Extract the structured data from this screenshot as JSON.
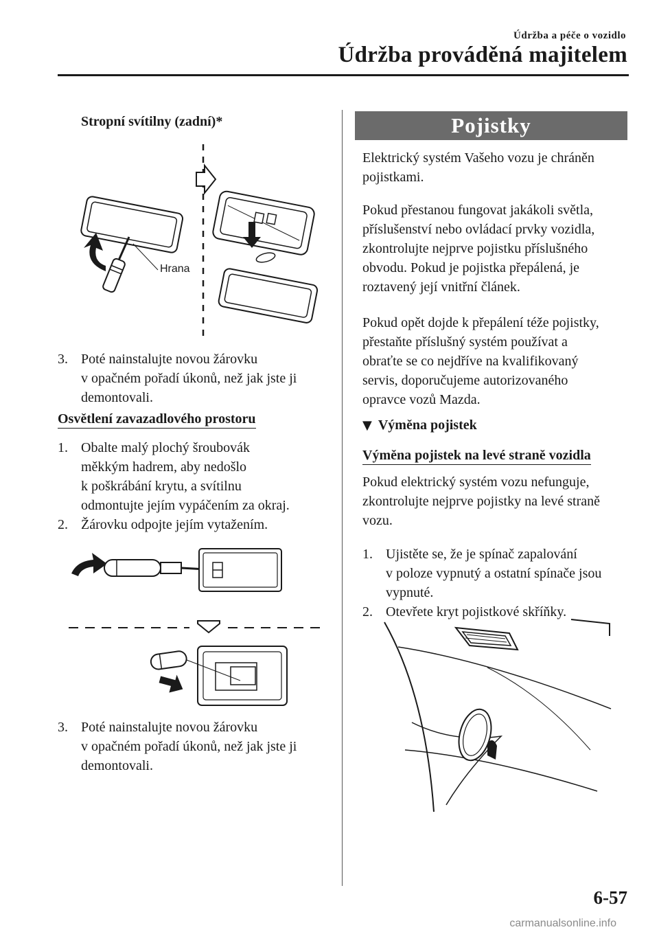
{
  "header": {
    "chapter": "Údržba a péče o vozidlo",
    "title": "Údržba prováděná majitelem"
  },
  "left": {
    "subheading": "Stropní svítilny (zadní)*",
    "fig1_label": "Hrana",
    "step3a_num": "3.",
    "step3a_text": [
      "Poté nainstalujte novou žárovku",
      "v opačném pořadí úkonů, než jak jste ji",
      "demontovali."
    ],
    "section2_title": "Osvětlení zavazadlového prostoru",
    "step1_num": "1.",
    "step1_text": [
      "Obalte malý plochý šroubovák",
      "měkkým hadrem, aby nedošlo",
      "k poškrábání krytu, a svítilnu",
      "odmontujte jejím vypáčením za okraj."
    ],
    "step2_num": "2.",
    "step2_text": "Žárovku odpojte jejím vytažením.",
    "step3b_num": "3.",
    "step3b_text": [
      "Poté nainstalujte novou žárovku",
      "v opačném pořadí úkonů, než jak jste ji",
      "demontovali."
    ]
  },
  "right": {
    "section_title": "Pojistky",
    "para1": [
      "Elektrický systém Vašeho vozu je chráněn",
      "pojistkami."
    ],
    "para2": [
      "Pokud přestanou fungovat jakákoli světla,",
      "příslušenství nebo ovládací prvky vozidla,",
      "zkontrolujte nejprve pojistku příslušného",
      "obvodu. Pokud je pojistka přepálená, je",
      "roztavený její vnitřní článek."
    ],
    "para3": [
      "Pokud opět dojde k přepálení téže pojistky,",
      "přestaňte příslušný systém používat a",
      "obraťte se co nejdříve na kvalifikovaný",
      "servis, doporučujeme autorizovaného",
      "opravce vozů Mazda."
    ],
    "sub_marker": "▼",
    "subsection_title": "Výměna pojistek",
    "subsub_title": "Výměna pojistek na levé straně vozidla",
    "para4": [
      "Pokud elektrický systém vozu nefunguje,",
      "zkontrolujte nejprve pojistky na levé straně",
      "vozu."
    ],
    "step1_num": "1.",
    "step1_text": [
      "Ujistěte se, že je spínač zapalování",
      "v poloze vypnutý a ostatní spínače jsou",
      "vypnuté."
    ],
    "step2_num": "2.",
    "step2_text": "Otevřete kryt pojistkové skříňky."
  },
  "page_number": "6-57",
  "footer": "carmanualsonline.info"
}
